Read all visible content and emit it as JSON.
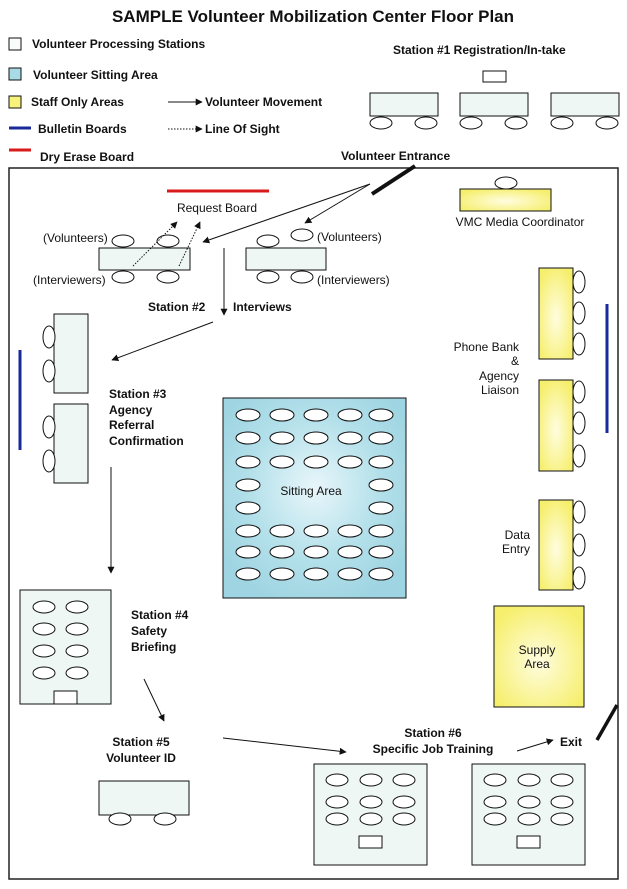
{
  "title": "SAMPLE Volunteer Mobilization Center Floor Plan",
  "colors": {
    "processing": "#eef7f4",
    "sitting": "#a9dbe6",
    "staff": "#f8f27a",
    "bulletin": "#1a2a9a",
    "dry_erase": "#d91a1a",
    "line": "#111111"
  },
  "legend": {
    "processing_stations": "Volunteer Processing Stations",
    "sitting_area": "Volunteer Sitting Area",
    "staff_only": "Staff Only Areas",
    "bulletin_boards": "Bulletin Boards",
    "dry_erase_board": "Dry Erase Board",
    "volunteer_movement": "Volunteer Movement",
    "line_of_sight": "Line Of Sight"
  },
  "labels": {
    "station1": "Station #1  Registration/In-take",
    "entrance": "Volunteer Entrance",
    "request_board": "Request Board",
    "volunteers": "(Volunteers)",
    "interviewers": "(Interviewers)",
    "station2_a": "Station #2",
    "station2_b": "Interviews",
    "media": "VMC Media Coordinator",
    "phone_bank": [
      "Phone Bank",
      "&",
      "Agency",
      "Liaison"
    ],
    "station3": [
      "Station #3",
      "Agency",
      "Referral",
      "Confirmation"
    ],
    "sitting_area": "Sitting Area",
    "data_entry": [
      "Data",
      "Entry"
    ],
    "station4": [
      "Station #4",
      "Safety",
      "Briefing"
    ],
    "supply": [
      "Supply",
      "Area"
    ],
    "station5": [
      "Station #5",
      "Volunteer ID"
    ],
    "station6": [
      "Station #6",
      "Specific Job Training"
    ],
    "exit": "Exit"
  }
}
